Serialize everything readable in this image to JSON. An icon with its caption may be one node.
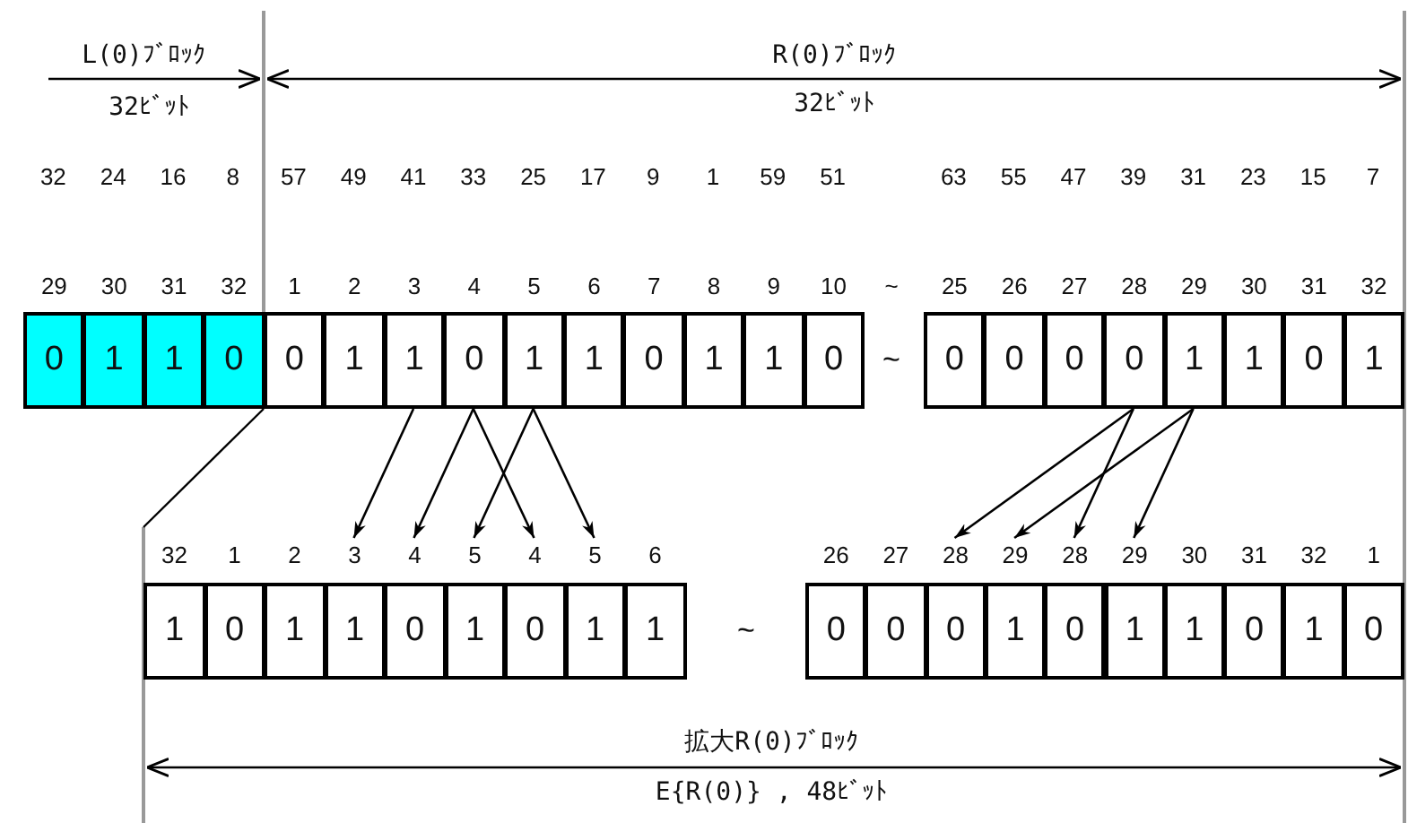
{
  "diagram": {
    "nodes": [
      {
        "text": [
          "0"
        ],
        "beside": [
          "29"
        ]
      },
      {
        "text": [
          "1"
        ],
        "beside": [
          "30"
        ]
      },
      {
        "text": [
          "1"
        ],
        "beside": [
          "31"
        ]
      },
      {
        "text": [
          "0"
        ],
        "beside": [
          "32"
        ]
      },
      {
        "text": [
          "0"
        ],
        "beside": [
          "1"
        ]
      },
      {
        "text": [
          "1"
        ],
        "beside": [
          "2"
        ]
      },
      {
        "text": [
          "1"
        ],
        "beside": [
          "3"
        ]
      },
      {
        "text": [
          "0"
        ],
        "beside": [
          "4"
        ]
      },
      {
        "text": [
          "1"
        ],
        "beside": [
          "5"
        ]
      },
      {
        "text": [
          "1"
        ],
        "beside": [
          "6"
        ]
      },
      {
        "text": [
          "0"
        ],
        "beside": [
          "7"
        ]
      },
      {
        "text": [
          "1"
        ],
        "beside": [
          "8"
        ]
      },
      {
        "text": [
          "1"
        ],
        "beside": [
          "9"
        ]
      },
      {
        "text": [
          "0"
        ],
        "beside": [
          "10"
        ]
      },
      {
        "text": [
          "0"
        ],
        "beside": [
          "25"
        ]
      },
      {
        "text": [
          "0"
        ],
        "beside": [
          "26"
        ]
      },
      {
        "text": [
          "0"
        ],
        "beside": [
          "27"
        ]
      },
      {
        "text": [
          "0"
        ],
        "beside": [
          "28"
        ]
      },
      {
        "text": [
          "1"
        ],
        "beside": [
          "29"
        ]
      },
      {
        "text": [
          "1"
        ],
        "beside": [
          "30"
        ]
      },
      {
        "text": [
          "0"
        ],
        "beside": [
          "31"
        ]
      },
      {
        "text": [
          "1"
        ],
        "beside": [
          "32"
        ]
      },
      {
        "text": [
          "1"
        ],
        "beside": [
          "32"
        ]
      },
      {
        "text": [
          "0"
        ],
        "beside": [
          "1"
        ]
      },
      {
        "text": [
          "1"
        ],
        "beside": [
          "2"
        ]
      },
      {
        "text": [
          "1"
        ],
        "beside": [
          "3"
        ]
      },
      {
        "text": [
          "0"
        ],
        "beside": [
          "4"
        ]
      },
      {
        "text": [
          "1"
        ],
        "beside": [
          "5"
        ]
      },
      {
        "text": [
          "0"
        ],
        "beside": [
          "4"
        ]
      },
      {
        "text": [
          "1"
        ],
        "beside": [
          "5"
        ]
      },
      {
        "text": [
          "1"
        ],
        "beside": [
          "6"
        ]
      },
      {
        "text": [
          "0"
        ],
        "beside": [
          "26"
        ]
      },
      {
        "text": [
          "0"
        ],
        "beside": [
          "27"
        ]
      },
      {
        "text": [
          "0"
        ],
        "beside": [
          "28"
        ]
      },
      {
        "text": [
          "1"
        ],
        "beside": [
          "29"
        ]
      },
      {
        "text": [
          "0"
        ],
        "beside": [
          "28"
        ]
      },
      {
        "text": [
          "1"
        ],
        "beside": [
          "29"
        ]
      },
      {
        "text": [
          "1"
        ],
        "beside": [
          "30"
        ]
      },
      {
        "text": [
          "0"
        ],
        "beside": [
          "31"
        ]
      },
      {
        "text": [
          "1"
        ],
        "beside": [
          "32"
        ]
      },
      {
        "text": [
          "0"
        ],
        "beside": [
          "1"
        ]
      }
    ],
    "edges": [
      {
        "from": 6,
        "to": 25,
        "arrow": "to"
      },
      {
        "from": 7,
        "to": 26,
        "arrow": "to"
      },
      {
        "from": 7,
        "to": 28,
        "arrow": "to"
      },
      {
        "from": 8,
        "to": 27,
        "arrow": "to"
      },
      {
        "from": 8,
        "to": 29,
        "arrow": "to"
      },
      {
        "from": 17,
        "to": 33,
        "arrow": "to"
      },
      {
        "from": 17,
        "to": 35,
        "arrow": "to"
      },
      {
        "from": 18,
        "to": 34,
        "arrow": "to"
      },
      {
        "from": 18,
        "to": 36,
        "arrow": "to"
      }
    ],
    "labels": [
      "L(0)ﾌﾞﾛｯｸ",
      "R(0)ﾌﾞﾛｯｸ",
      "32ﾋﾞｯﾄ",
      "32ﾋﾞｯﾄ",
      "32",
      "24",
      "16",
      "8",
      "57",
      "49",
      "41",
      "33",
      "25",
      "17",
      "9",
      "1",
      "59",
      "51",
      "63",
      "55",
      "47",
      "39",
      "31",
      "23",
      "15",
      "7",
      "~",
      "~",
      "~",
      "拡大R(0)ﾌﾞﾛｯｸ",
      "E{R(0)} , 48ﾋﾞｯﾄ"
    ]
  }
}
